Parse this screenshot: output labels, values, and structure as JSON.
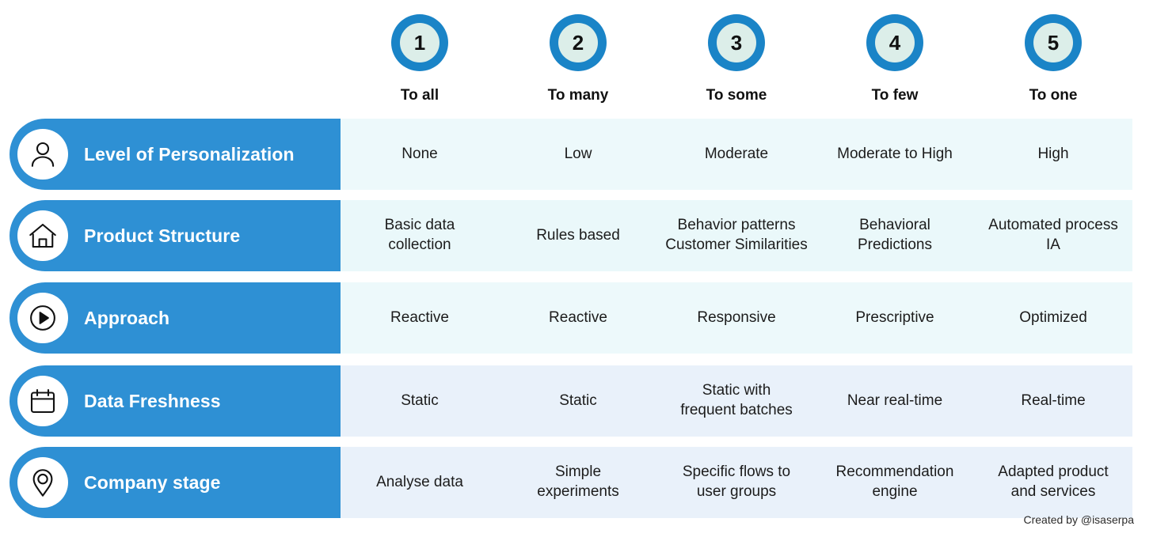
{
  "credit": "Created by @isaserpa",
  "columns": [
    {
      "number": "1",
      "label": "To all"
    },
    {
      "number": "2",
      "label": "To many"
    },
    {
      "number": "3",
      "label": "To some"
    },
    {
      "number": "4",
      "label": "To few"
    },
    {
      "number": "5",
      "label": "To one"
    }
  ],
  "rows": [
    {
      "title": "Level of Personalization",
      "icon": "person-icon",
      "tint": "tint-a",
      "cells": [
        "None",
        "Low",
        "Moderate",
        "Moderate to High",
        "High"
      ]
    },
    {
      "title": "Product Structure",
      "icon": "home-icon",
      "tint": "tint-b",
      "cells": [
        "Basic data\ncollection",
        "Rules based",
        "Behavior patterns\nCustomer Similarities",
        "Behavioral\nPredictions",
        "Automated process\nIA"
      ]
    },
    {
      "title": "Approach",
      "icon": "play-circle-icon",
      "tint": "tint-a",
      "cells": [
        "Reactive",
        "Reactive",
        "Responsive",
        "Prescriptive",
        "Optimized"
      ]
    },
    {
      "title": "Data Freshness",
      "icon": "calendar-icon",
      "tint": "tint-c",
      "cells": [
        "Static",
        "Static",
        "Static with\nfrequent batches",
        "Near real-time",
        "Real-time"
      ]
    },
    {
      "title": "Company stage",
      "icon": "location-pin-icon",
      "tint": "tint-c",
      "cells": [
        "Analyse data",
        "Simple\nexperiments",
        "Specific flows to\nuser groups",
        "Recommendation\nengine",
        "Adapted product\nand services"
      ]
    }
  ],
  "colors": {
    "bar_blue": "#2e90d4",
    "circle_ring": "#1a84c7",
    "circle_fill": "#dceee9",
    "cell_tint_cyan": "#edf9fb",
    "cell_tint_blue": "#e9f1fa"
  }
}
